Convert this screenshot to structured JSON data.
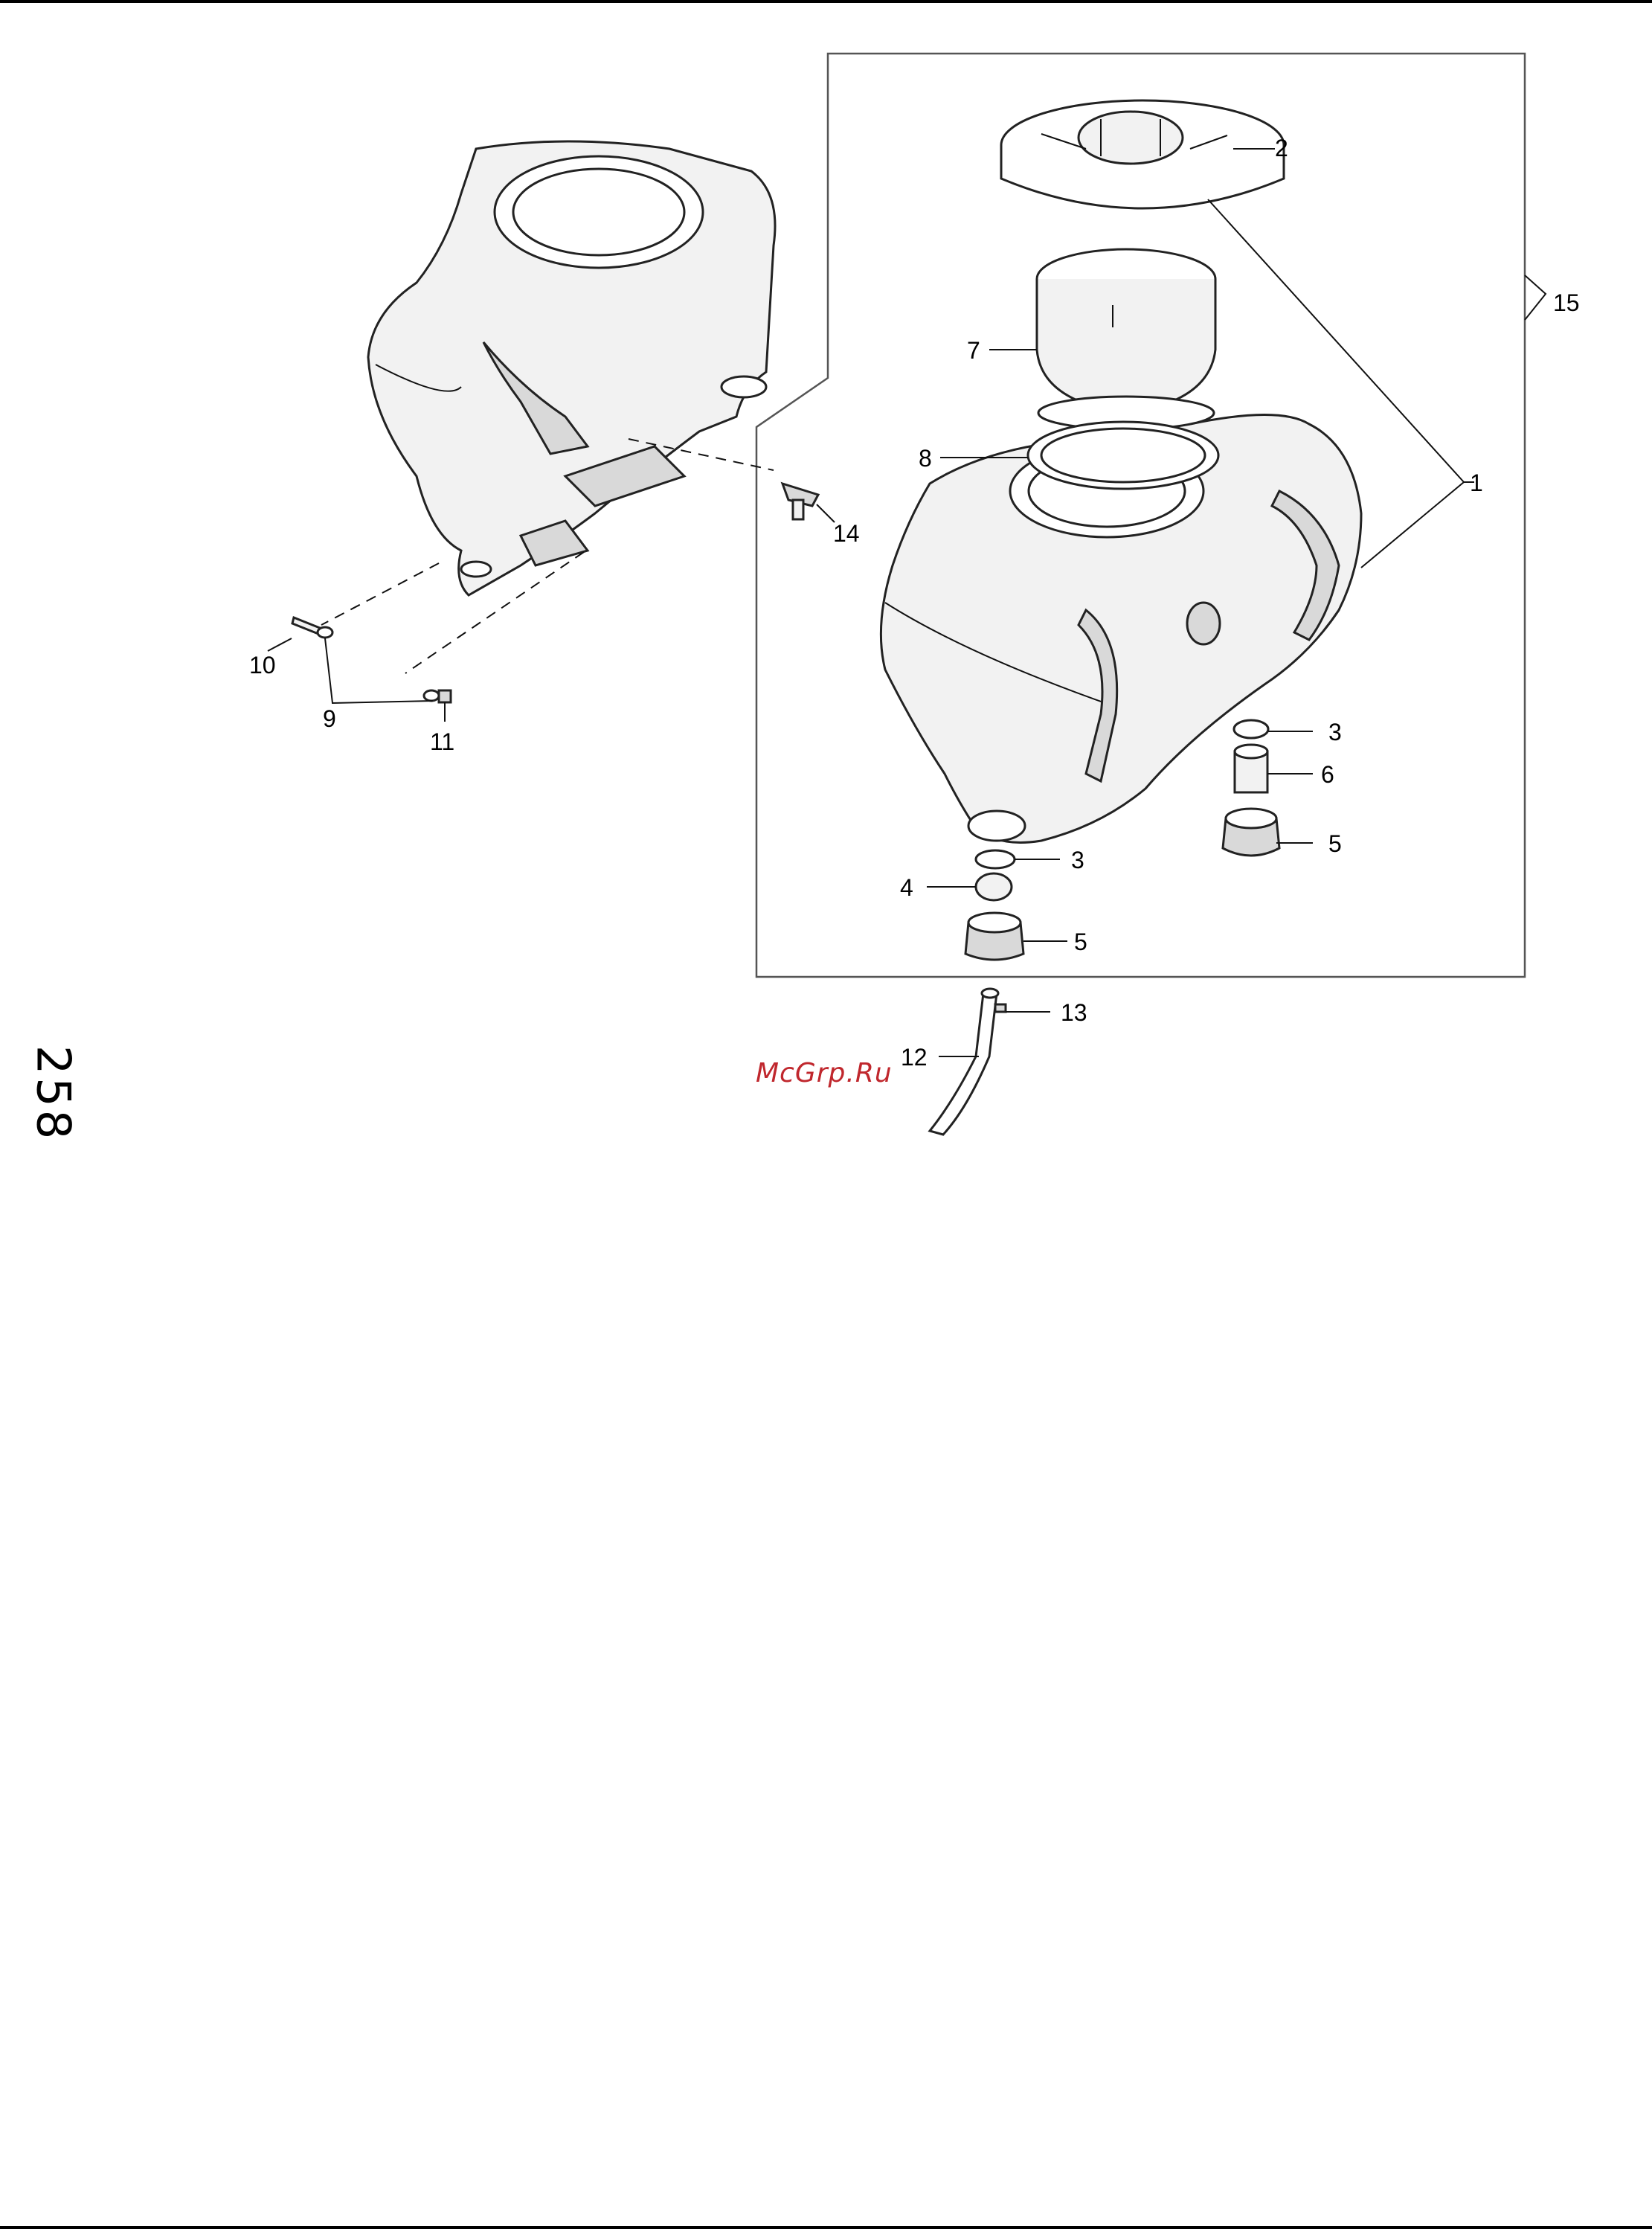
{
  "page": {
    "number": "258"
  },
  "watermark": {
    "text": "McGrp.Ru",
    "color": "#c0272d"
  },
  "callouts": {
    "c1": "1",
    "c2": "2",
    "c3a": "3",
    "c3b": "3",
    "c4": "4",
    "c5a": "5",
    "c5b": "5",
    "c6": "6",
    "c7": "7",
    "c8": "8",
    "c9": "9",
    "c10": "10",
    "c11": "11",
    "c12": "12",
    "c13": "13",
    "c14": "14",
    "c15": "15"
  }
}
